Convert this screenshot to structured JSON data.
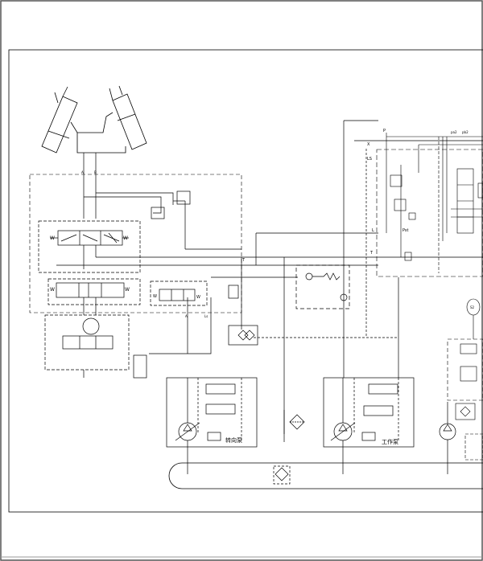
{
  "diagram": {
    "labels": {
      "port_a": "A",
      "port_b": "B",
      "port_p": "P",
      "port_x": "X",
      "port_ls": "LS",
      "port_l": "L",
      "port_t_right": "T",
      "port_t_left": "T",
      "port_pst": "Pst",
      "port_pa2": "pa2",
      "port_pb2": "pb2",
      "port_ls_small": "Ls",
      "port_a_small": "A",
      "steering_pump": "转向泵",
      "work_pump": "工作泵",
      "accumulator_value": "S2"
    },
    "colors": {
      "line": "#000000",
      "background": "#ffffff",
      "frame": "#555555"
    }
  }
}
